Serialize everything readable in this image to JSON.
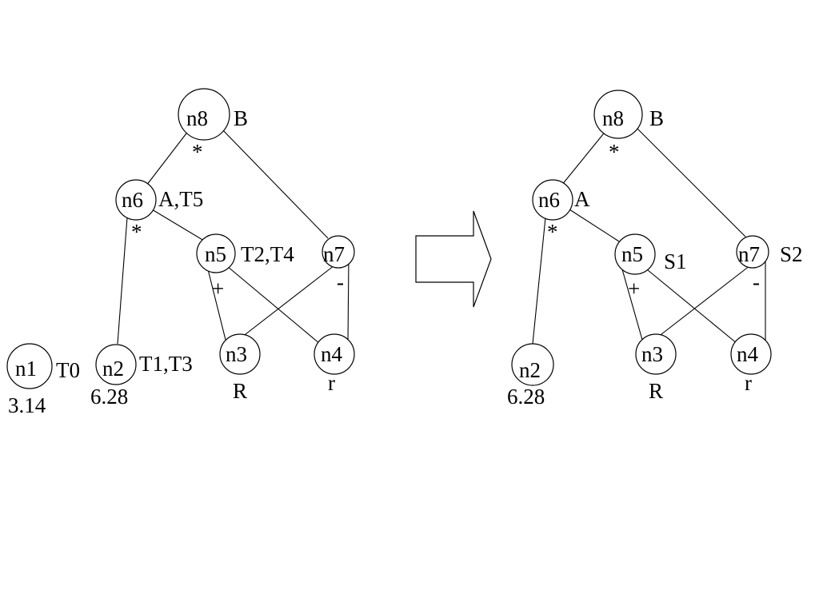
{
  "left_dag": {
    "nodes": {
      "n1": {
        "label": "n1",
        "annotation": "T0",
        "value": "3.14"
      },
      "n2": {
        "label": "n2",
        "annotation": "T1,T3",
        "value": "6.28"
      },
      "n3": {
        "label": "n3",
        "value": "R"
      },
      "n4": {
        "label": "n4",
        "value": "r"
      },
      "n5": {
        "label": "n5",
        "annotation": "T2,T4",
        "op": "+"
      },
      "n6": {
        "label": "n6",
        "annotation": "A,T5",
        "op": "*"
      },
      "n7": {
        "label": "n7",
        "op": "-"
      },
      "n8": {
        "label": "n8",
        "annotation": "B",
        "op": "*"
      }
    }
  },
  "right_dag": {
    "nodes": {
      "n2": {
        "label": "n2",
        "value": "6.28"
      },
      "n3": {
        "label": "n3",
        "value": "R"
      },
      "n4": {
        "label": "n4",
        "value": "r"
      },
      "n5": {
        "label": "n5",
        "annotation": "S1",
        "op": "+"
      },
      "n6": {
        "label": "n6",
        "annotation": "A",
        "op": "*"
      },
      "n7": {
        "label": "n7",
        "annotation": "S2",
        "op": "-"
      },
      "n8": {
        "label": "n8",
        "annotation": "B",
        "op": "*"
      }
    }
  }
}
